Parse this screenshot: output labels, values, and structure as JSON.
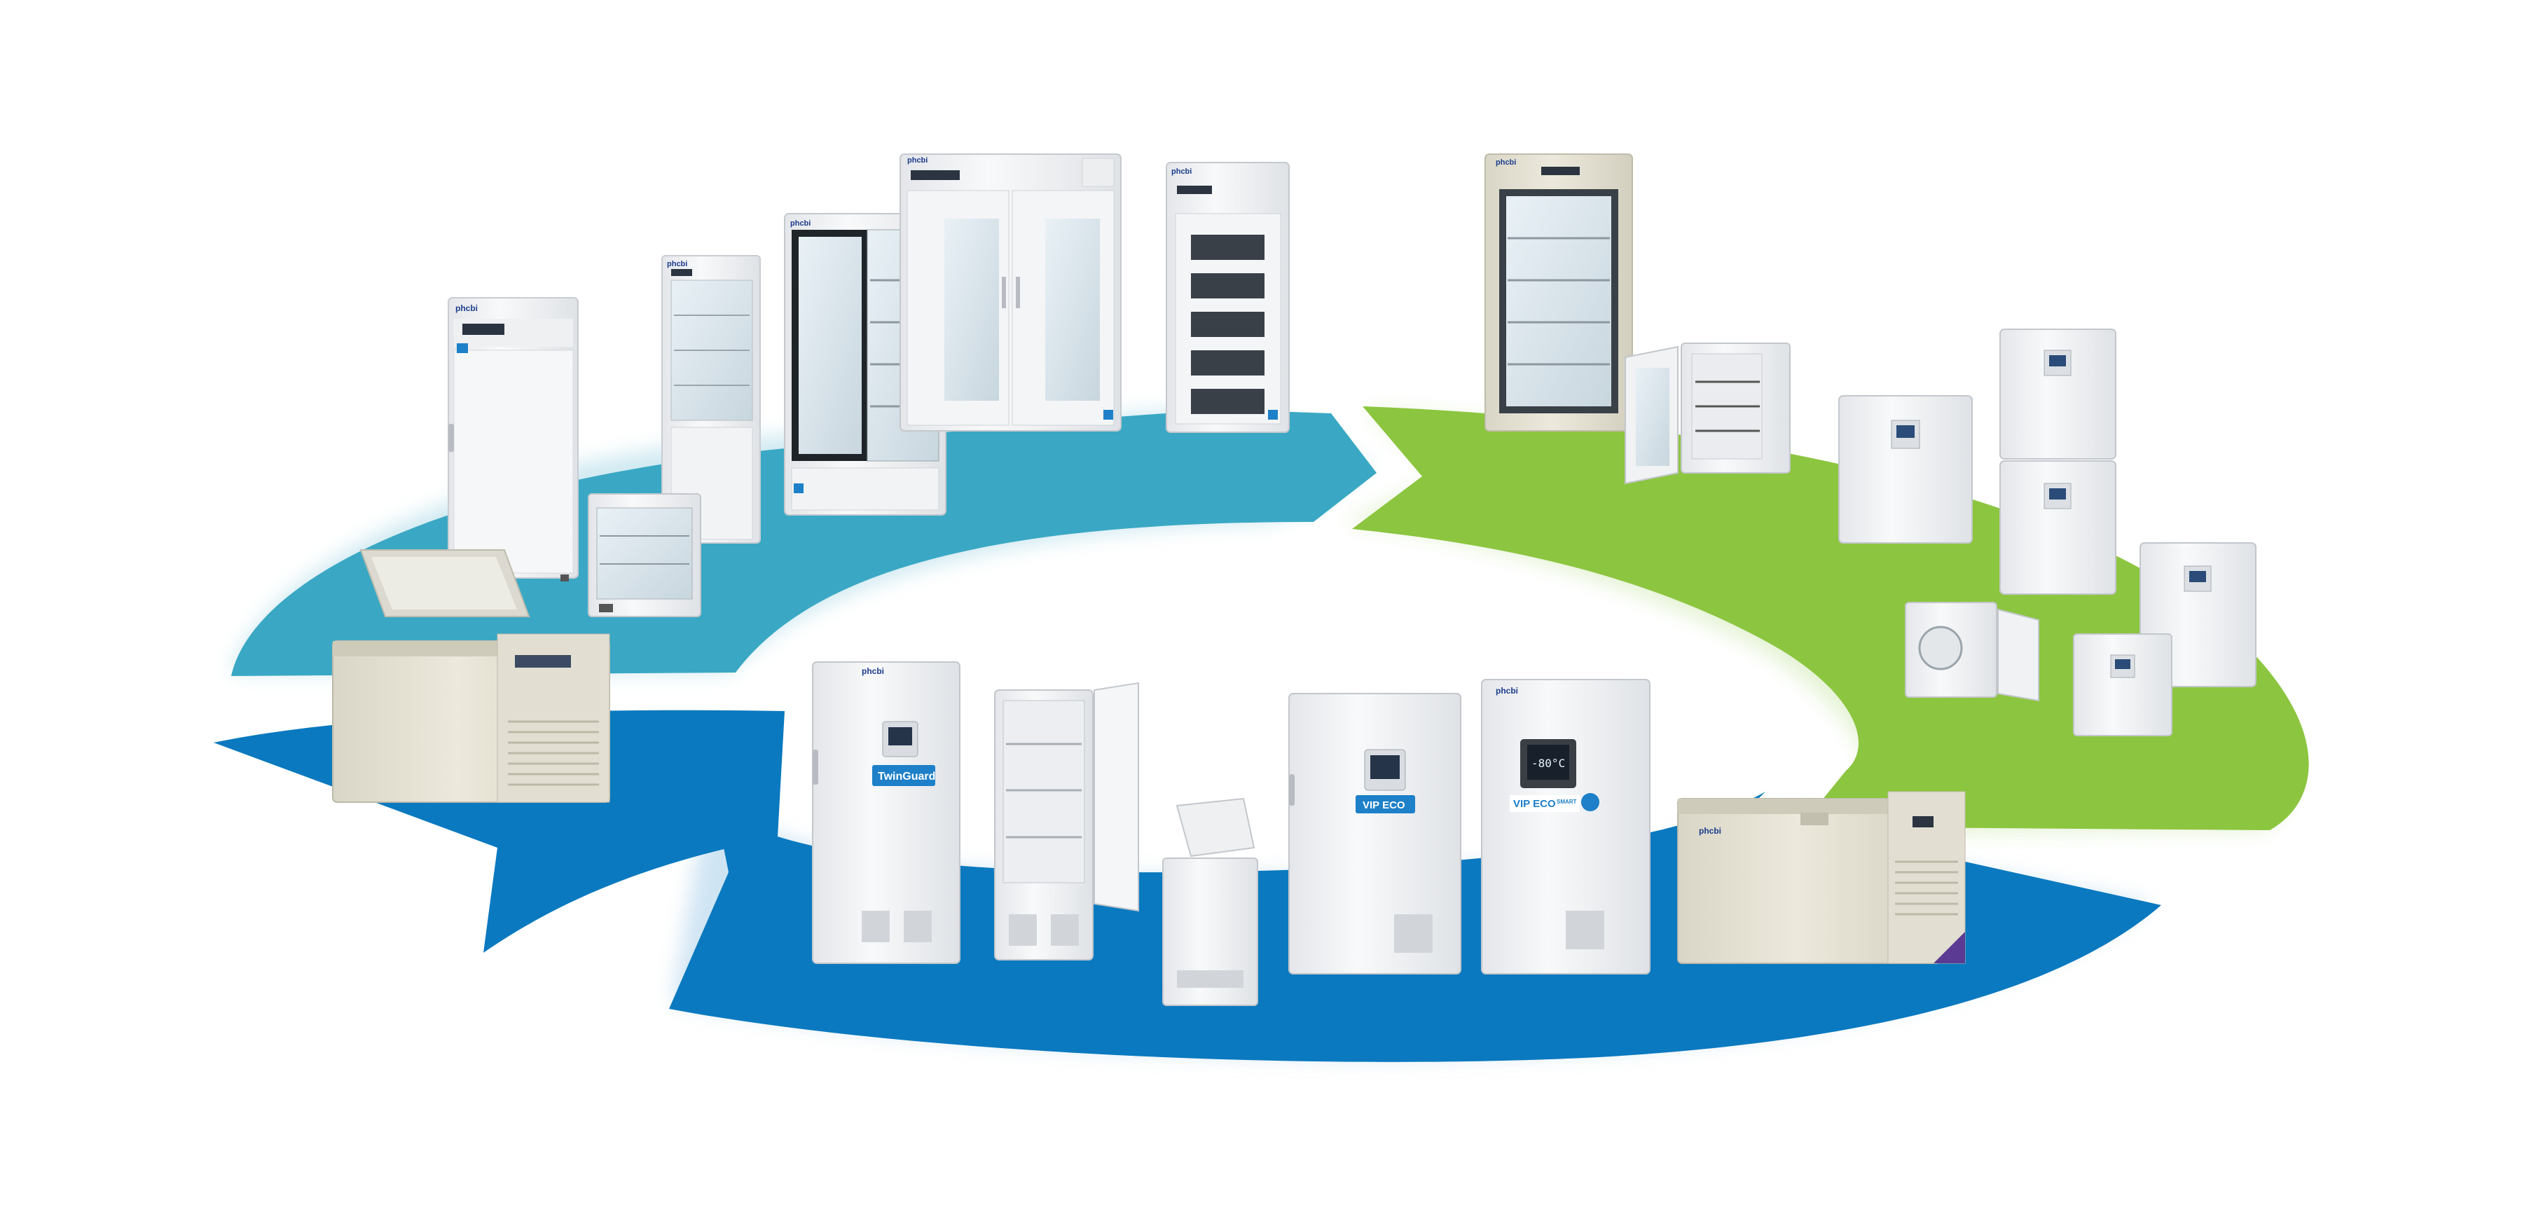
{
  "brand": "phcbi",
  "badges": {
    "twinguard": "TwinGuard",
    "vip_eco": "VIP ECO",
    "vip_eco_smart": "VIP ECO",
    "vip_eco_smart_sup": "SMART"
  },
  "displays": {
    "smart_readout": "-80°C"
  },
  "colors": {
    "arc_teal": "#3aa8c4",
    "arc_green": "#8cc53f",
    "arc_blue": "#0a79bf",
    "cabinet_white": "#f3f4f6",
    "cabinet_beige": "#e6e3d6",
    "accent_purple": "#5a3a92",
    "badge_blue": "#1d80c8"
  }
}
